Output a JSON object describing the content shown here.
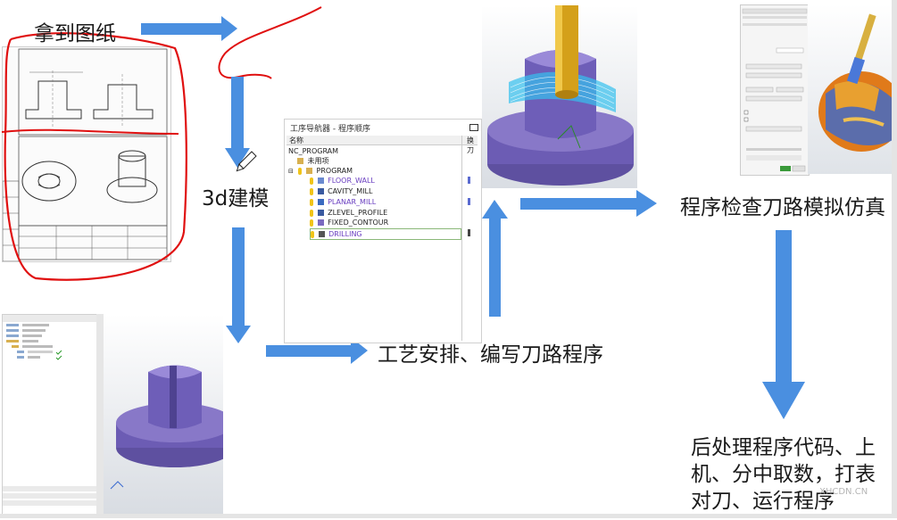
{
  "steps": {
    "get_drawing": "拿到图纸",
    "modeling": "3d建模",
    "process": "工艺安排、编写刀路程序",
    "check": "程序检查刀路模拟仿真",
    "post_line1": "后处理程序代码、上",
    "post_line2": "机、分中取数，打表",
    "post_line3": "对刀、运行程序"
  },
  "navigator": {
    "title": "工序导航器 - 程序顺序",
    "col_name": "名称",
    "col_tool": "换刀",
    "items": [
      {
        "label": "NC_PROGRAM",
        "color": "#222222"
      },
      {
        "label": "未用项",
        "color": "#222222"
      },
      {
        "label": "PROGRAM",
        "color": "#222222"
      },
      {
        "label": "FLOOR_WALL",
        "color": "#6a3fc0"
      },
      {
        "label": "CAVITY_MILL",
        "color": "#222222"
      },
      {
        "label": "PLANAR_MILL",
        "color": "#6a3fc0"
      },
      {
        "label": "ZLEVEL_PROFILE",
        "color": "#222222"
      },
      {
        "label": "FIXED_CONTOUR",
        "color": "#222222"
      },
      {
        "label": "DRILLING",
        "color": "#6a3fc0"
      }
    ]
  },
  "watermark": "XHCDN.CN",
  "colors": {
    "arrow": "#4a8fe0",
    "annotation": "#e01010",
    "part": "#8878c8"
  }
}
